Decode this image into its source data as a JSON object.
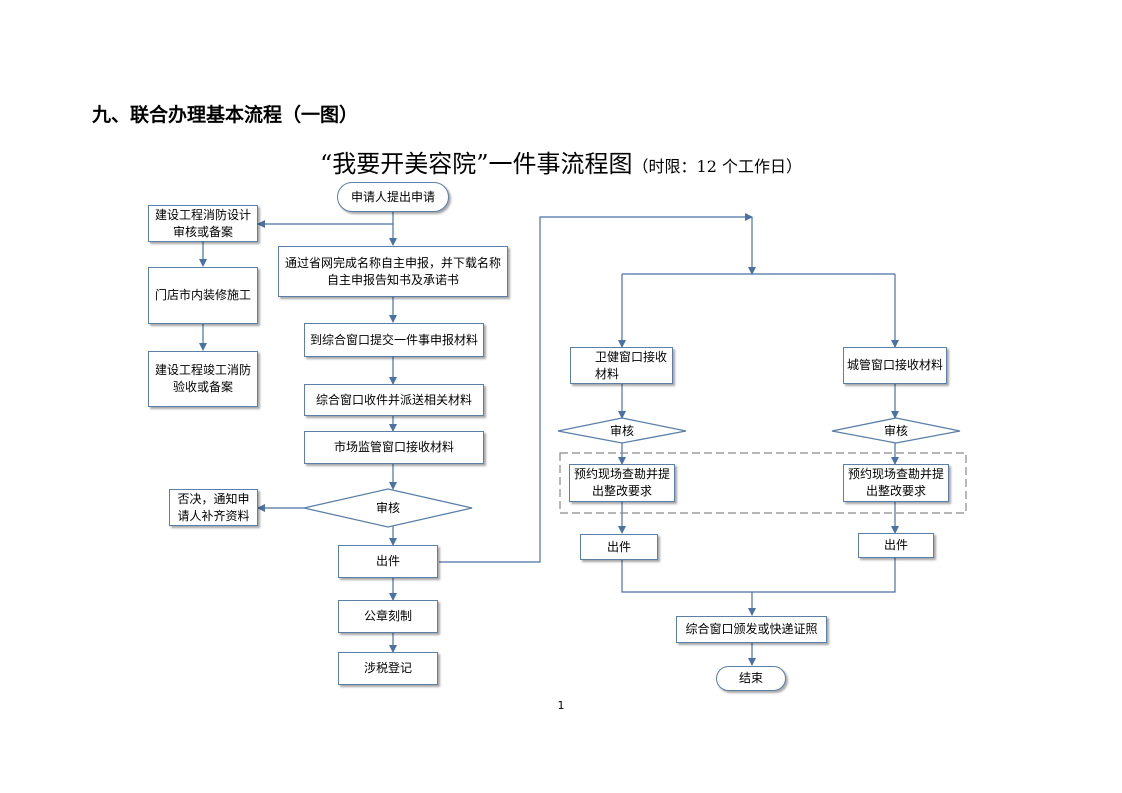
{
  "heading": "九、联合办理基本流程（一图）",
  "title": {
    "main": "“我要开美容院”一件事流程图",
    "sub": "（时限：12 个工作日）"
  },
  "nodes": {
    "start": "申请人提出申请",
    "fire_design": "建设工程消防设计审核或备案",
    "store_decoration": "门店市内装修施工",
    "fire_acceptance": "建设工程竣工消防验收或备案",
    "online_declare": "通过省网完成名称自主申报，并下载名称自主申报告知书及承诺书",
    "submit_materials": "到综合窗口提交一件事申报材料",
    "dispatch_materials": "综合窗口收件并派送相关材料",
    "market_receive": "市场监管窗口接收材料",
    "review_main": "审核",
    "reject_notify": "否决，通知申请人补齐资料",
    "issue_main": "出件",
    "seal_making": "公章刻制",
    "tax_registration": "涉税登记",
    "health_receive": "卫健窗口接收材料",
    "urban_receive": "城管窗口接收材料",
    "review_health": "审核",
    "review_urban": "审核",
    "inspect_health": "预约现场查勘并提出整改要求",
    "inspect_urban": "预约现场查勘并提出整改要求",
    "issue_health": "出件",
    "issue_urban": "出件",
    "certificate_issue": "综合窗口颁发或快递证照",
    "end": "结束"
  },
  "page_number": "1",
  "colors": {
    "line": "#4a72a5",
    "box_border": "#5a7fa8",
    "dashed": "#8a8a8a"
  }
}
